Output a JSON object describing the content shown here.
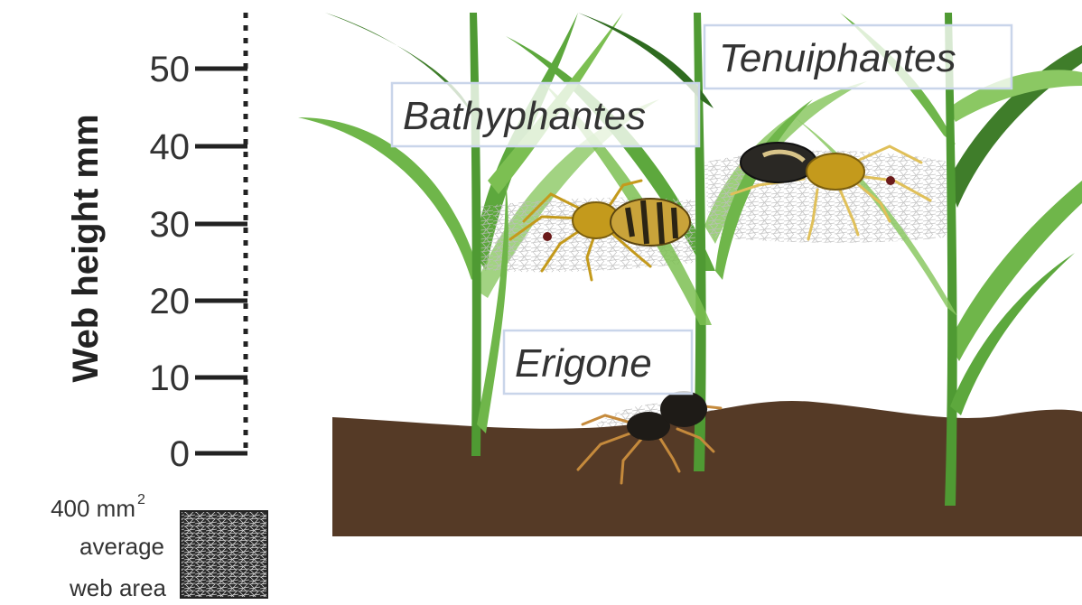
{
  "axis": {
    "title": "Web height mm",
    "ticks": [
      "50",
      "40",
      "30",
      "20",
      "10",
      "0"
    ]
  },
  "species": {
    "bathyphantes": "Bathyphantes",
    "tenuiphantes": "Tenuiphantes",
    "erigone": "Erigone"
  },
  "legend": {
    "line1": "400 mm",
    "superscript": "2",
    "line2": "average",
    "line3": "web area"
  },
  "colors": {
    "soil": "#553a26",
    "grass_dark": "#3f8a2c",
    "grass_light": "#7cbf52",
    "spider_amber": "#c49a1c",
    "spider_dark": "#1e1b17",
    "label_border": "#c9d5ea"
  }
}
